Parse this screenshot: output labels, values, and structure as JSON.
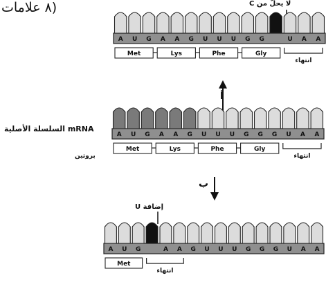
{
  "header": {
    "marks_text": "(٨ علامات"
  },
  "top_panel": {
    "note": "لا يحلّ من C",
    "bases": [
      "A",
      "U",
      "G",
      "A",
      "A",
      "G",
      "U",
      "U",
      "U",
      "G",
      "G",
      "",
      "U",
      "A",
      "A"
    ],
    "amino_acids": [
      "Met",
      "Lys",
      "Phe",
      "Gly"
    ],
    "stop_label": "انتهاء"
  },
  "arrow_a": {
    "label": "أ"
  },
  "middle_panel": {
    "mrna_label": "mRNA السلسلة الأصلية",
    "protein_label": "بروتين",
    "bases": [
      "A",
      "U",
      "G",
      "A",
      "A",
      "G",
      "U",
      "U",
      "U",
      "G",
      "G",
      "G",
      "U",
      "A",
      "A"
    ],
    "amino_acids": [
      "Met",
      "Lys",
      "Phe",
      "Gly"
    ],
    "stop_label": "انتهاء"
  },
  "arrow_b": {
    "label": "ب"
  },
  "bottom_panel": {
    "note": "إضافة U",
    "bases": [
      "A",
      "U",
      "G",
      "",
      "A",
      "A",
      "G",
      "U",
      "U",
      "U",
      "G",
      "G",
      "G",
      "U",
      "A",
      "A"
    ],
    "amino_acids": [
      "Met"
    ],
    "stop_label": "انتهاء"
  }
}
